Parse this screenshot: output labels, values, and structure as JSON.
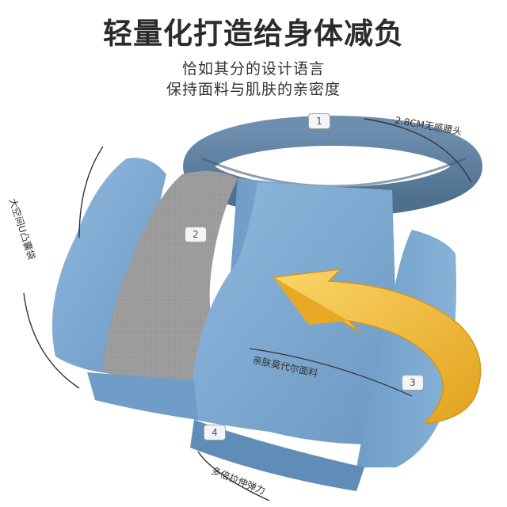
{
  "headline": "轻量化打造给身体减负",
  "subheadline": [
    "恰如其分的设计语言",
    "保持面料与肌肤的亲密度"
  ],
  "callouts": {
    "waistband": "2.8CM无感腰头",
    "pouch": "大空间U凸囊袋",
    "fabric": "亲肤莫代尔面料",
    "stretch": "多倍拉伸弹力"
  },
  "badges": [
    "1",
    "2",
    "3",
    "4"
  ],
  "colors": {
    "waistband": "#5b7a98",
    "blue_panel": "#79a6cf",
    "grey_panel": "#9a9a9a",
    "arrow": "#f0b83a"
  }
}
